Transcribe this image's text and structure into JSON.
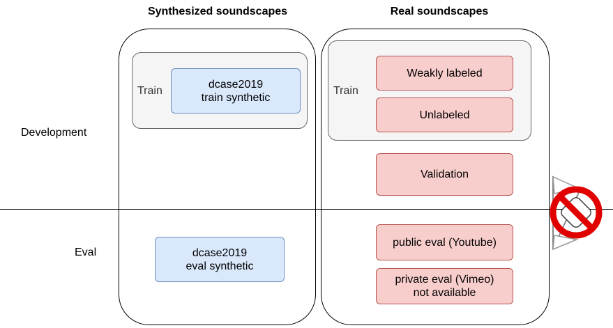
{
  "columns": {
    "synthesized": "Synthesized soundscapes",
    "real": "Real soundscapes"
  },
  "rows": {
    "development": "Development",
    "eval": "Eval"
  },
  "synthesized": {
    "train_label": "Train",
    "train_box": [
      "dcase2019",
      "train synthetic"
    ],
    "eval_box": [
      "dcase2019",
      "eval synthetic"
    ]
  },
  "real": {
    "train_label": "Train",
    "weakly": "Weakly labeled",
    "unlabeled": "Unlabeled",
    "validation": "Validation",
    "public_eval": "public eval (Youtube)",
    "private_eval": [
      "private eval (Vimeo)",
      "not available"
    ]
  },
  "colors": {
    "blue_fill": "#dae8fc",
    "blue_stroke": "#6c8ebf",
    "red_fill": "#f8cecc",
    "red_stroke": "#b85450",
    "prohibited": "#e00000"
  },
  "icons": {
    "prohibited": "prohibited-icon"
  }
}
